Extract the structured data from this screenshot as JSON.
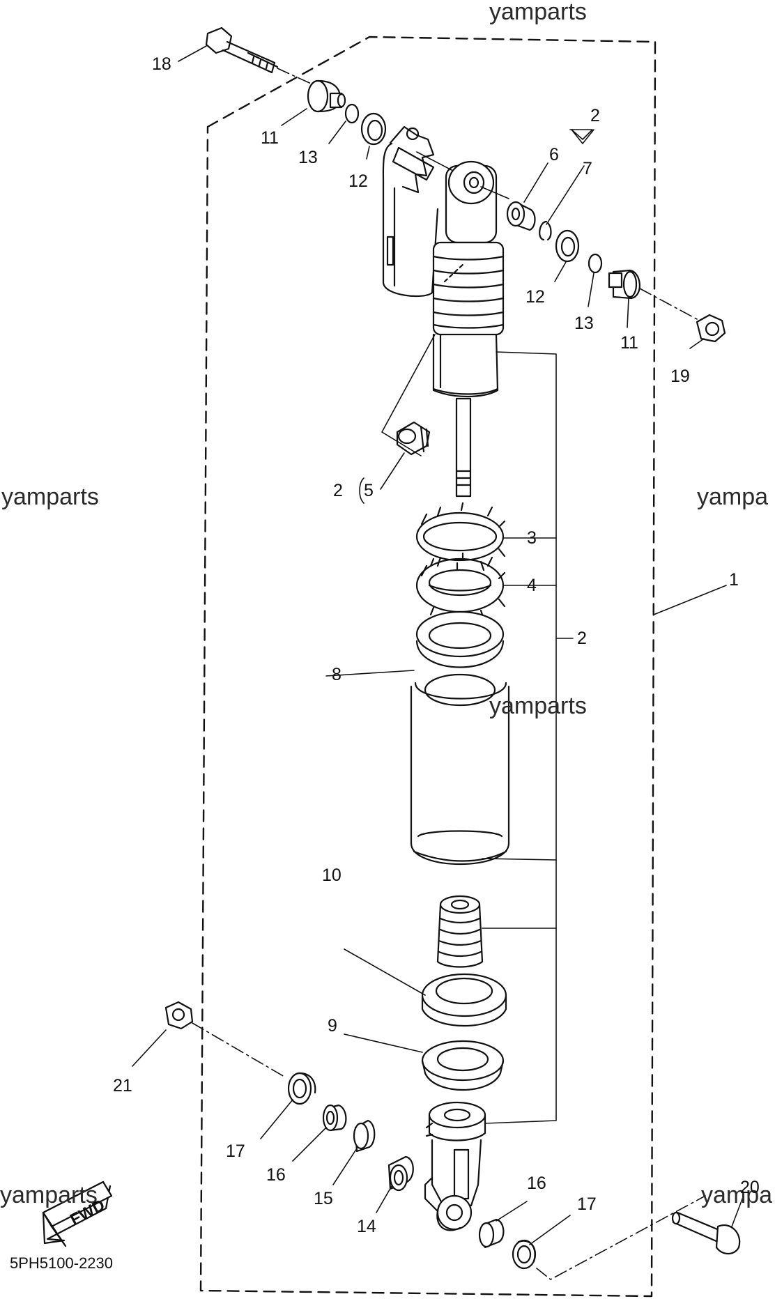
{
  "watermark": "yamparts",
  "watermark_cut": "yampa",
  "diagram_code": "5PH5100-2230",
  "fwd_label": "FWD",
  "callouts": {
    "c1": "1",
    "c2a": "2",
    "c2b": "2",
    "c2c": "2",
    "c3": "3",
    "c4": "4",
    "c5": "5",
    "c6": "6",
    "c7": "7",
    "c8": "8",
    "c9": "9",
    "c10": "10",
    "c11a": "11",
    "c11b": "11",
    "c12a": "12",
    "c12b": "12",
    "c13a": "13",
    "c13b": "13",
    "c14": "14",
    "c15": "15",
    "c16a": "16",
    "c16b": "16",
    "c17a": "17",
    "c17b": "17",
    "c18": "18",
    "c19": "19",
    "c20": "20",
    "c21": "21"
  }
}
